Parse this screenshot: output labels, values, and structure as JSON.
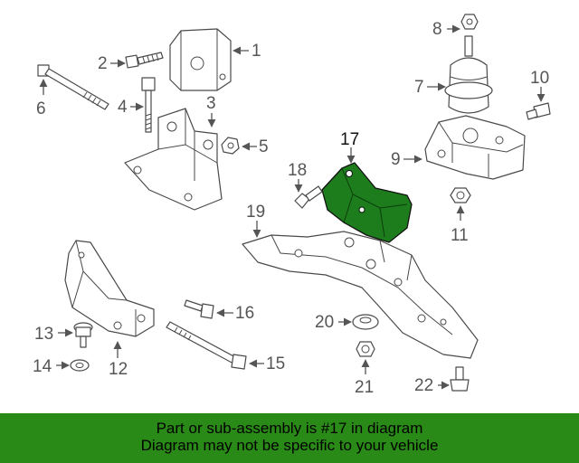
{
  "callouts": [
    "1",
    "2",
    "3",
    "4",
    "5",
    "6",
    "7",
    "8",
    "9",
    "10",
    "11",
    "12",
    "13",
    "14",
    "15",
    "16",
    "17",
    "18",
    "19",
    "20",
    "21",
    "22"
  ],
  "highlighted_part": "17",
  "colors": {
    "highlight": "#1d7d1d",
    "banner": "#2a8a17",
    "line": "#4a4a4a",
    "callout_text": "#555555"
  },
  "banner": {
    "line1": "Part or sub-assembly is #17 in diagram",
    "line2": "Diagram may not be specific to your vehicle"
  }
}
